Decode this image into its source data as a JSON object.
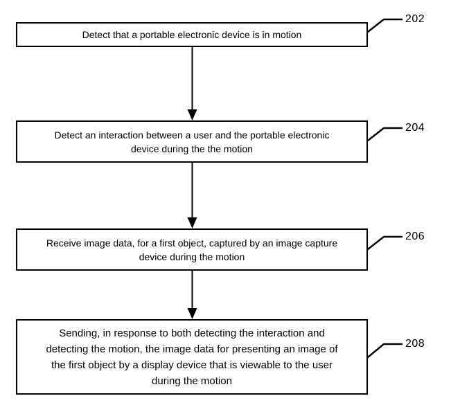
{
  "figure": {
    "type": "flowchart",
    "colors": {
      "ink": "#000000",
      "background": "#ffffff"
    },
    "steps": [
      {
        "ref": "202",
        "text": "Detect that a portable electronic device is in motion"
      },
      {
        "ref": "204",
        "text": "Detect an interaction between a user and the portable electronic\ndevice during the the motion"
      },
      {
        "ref": "206",
        "text": "Receive image data, for a first object, captured by an image capture\ndevice during the motion"
      },
      {
        "ref": "208",
        "text": "Sending, in response to both detecting the interaction and\ndetecting the motion, the image data for presenting an image of\nthe first object by a display device that is viewable to the user\nduring the motion"
      }
    ]
  }
}
